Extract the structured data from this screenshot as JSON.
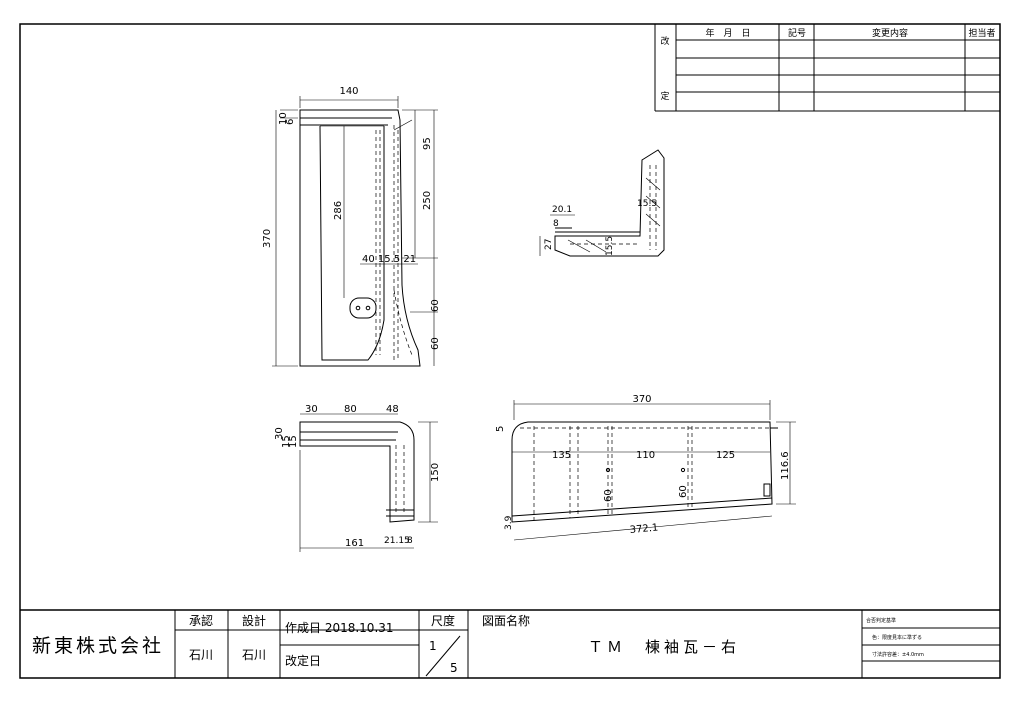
{
  "revision_table": {
    "side_top": "改",
    "side_bottom": "定",
    "headers": [
      "年　月　日",
      "記号",
      "変更内容",
      "担当者"
    ]
  },
  "title_block": {
    "company": "新東株式会社",
    "approve_label": "承認",
    "approve_name": "石川",
    "design_label": "設計",
    "design_name": "石川",
    "created_date": "作成日 2018.10.31",
    "revised_date_label": "改定日",
    "scale_label": "尺度",
    "scale_num": "1",
    "scale_den": "5",
    "drawing_name_label": "図面名称",
    "drawing_name": "ＴＭ　棟袖瓦－右",
    "criteria_title": "合否判定基準",
    "criteria_color": "色：限度見本に準ずる",
    "criteria_tolerance": "寸法許容差：±4.0mm"
  },
  "front_view_dims": {
    "width": "140",
    "top_small_a": "10",
    "top_small_b": "6",
    "height_total": "370",
    "inner_height": "286",
    "right_95": "95",
    "right_250": "250",
    "right_60a": "60",
    "right_60b": "60",
    "bottom_row": "40 15.5 21"
  },
  "side_view_dims": {
    "d201": "20.1",
    "d8": "8",
    "d27": "27",
    "d155": "15.5",
    "d155b": "15.5"
  },
  "top_view_dims": {
    "d30": "30",
    "d80": "80",
    "d48": "48",
    "left_30": "30",
    "left_15": "15",
    "left_15b": "15",
    "right_150": "150",
    "bottom_161": "161",
    "bottom_21_15": "21.15",
    "bottom_8": "8"
  },
  "long_view_dims": {
    "top_370": "370",
    "left_5": "5",
    "d135": "135",
    "d110": "110",
    "d125": "125",
    "d60a": "60",
    "d60b": "60",
    "right_116": "116.6",
    "left_39": "3.9",
    "bottom_372": "372.1"
  }
}
